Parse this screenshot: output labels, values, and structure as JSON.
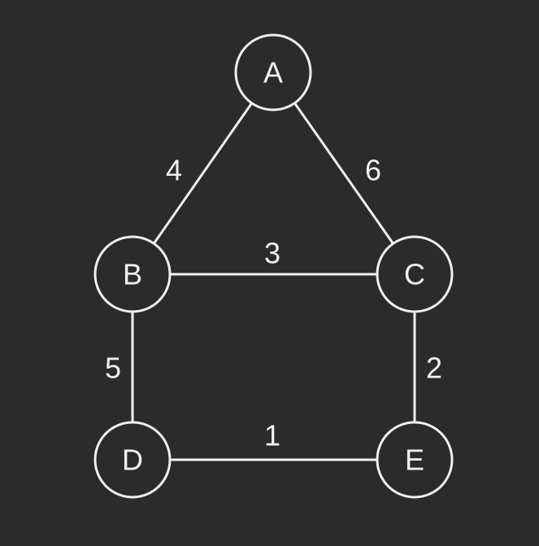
{
  "colors": {
    "background": "#2b2b2b",
    "stroke": "#f0f0f0",
    "text": "#f0f0f0"
  },
  "nodes": [
    {
      "id": "A",
      "label": "A"
    },
    {
      "id": "B",
      "label": "B"
    },
    {
      "id": "C",
      "label": "C"
    },
    {
      "id": "D",
      "label": "D"
    },
    {
      "id": "E",
      "label": "E"
    }
  ],
  "edges": [
    {
      "from": "A",
      "to": "B",
      "weight": "4"
    },
    {
      "from": "A",
      "to": "C",
      "weight": "6"
    },
    {
      "from": "B",
      "to": "C",
      "weight": "3"
    },
    {
      "from": "B",
      "to": "D",
      "weight": "5"
    },
    {
      "from": "C",
      "to": "E",
      "weight": "2"
    },
    {
      "from": "D",
      "to": "E",
      "weight": "1"
    }
  ]
}
